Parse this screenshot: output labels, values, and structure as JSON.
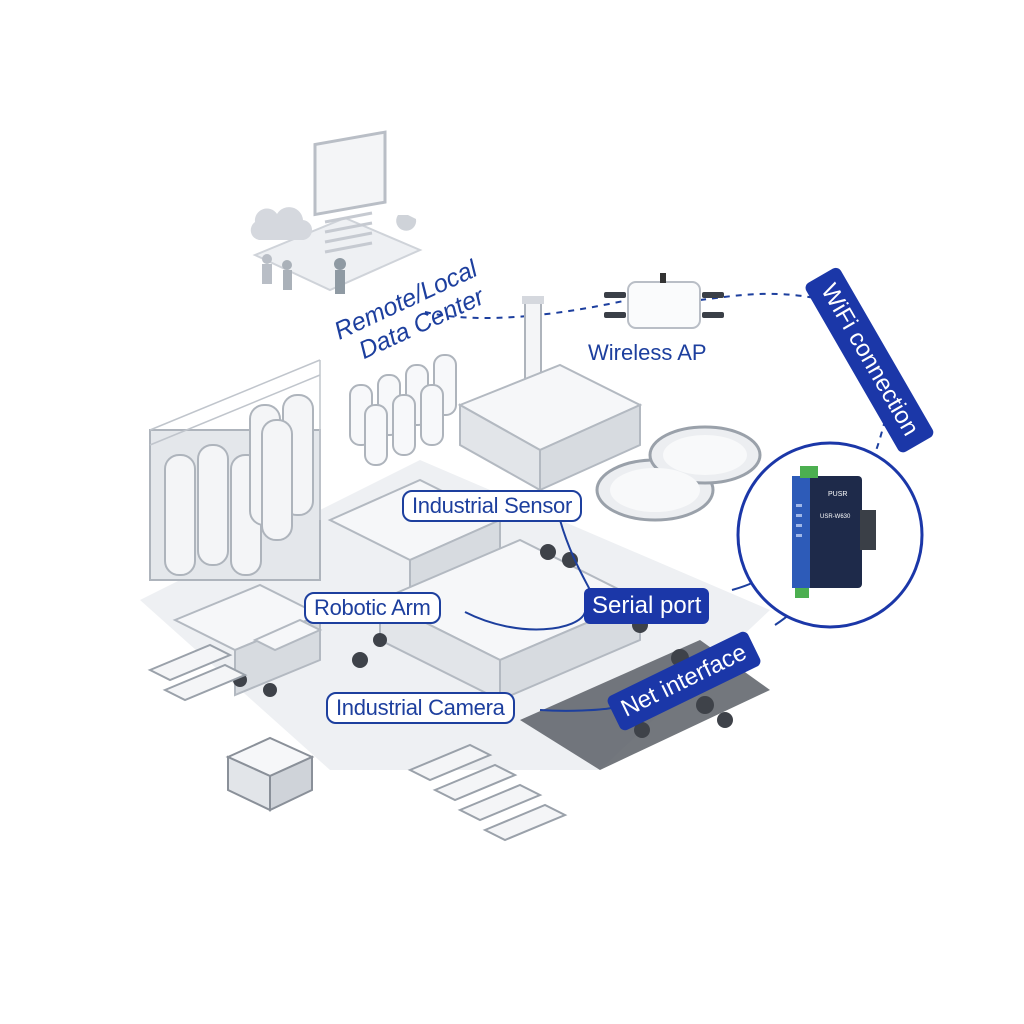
{
  "labels": {
    "data_center_line1": "Remote/Local",
    "data_center_line2": "Data Center",
    "wireless_ap": "Wireless AP",
    "wifi_connection": "WiFi connection",
    "industrial_sensor": "Industrial Sensor",
    "robotic_arm": "Robotic Arm",
    "serial_port": "Serial port",
    "industrial_camera": "Industrial Camera",
    "net_interface": "Net interface"
  },
  "device": {
    "brand": "PUSR",
    "model": "USR-W630"
  },
  "colors": {
    "accent_blue": "#1b37a8",
    "label_blue": "#1d3f9e",
    "scene_gray": "#c9ccd2",
    "scene_light": "#eef0f3",
    "device_body": "#1e2a4a"
  }
}
